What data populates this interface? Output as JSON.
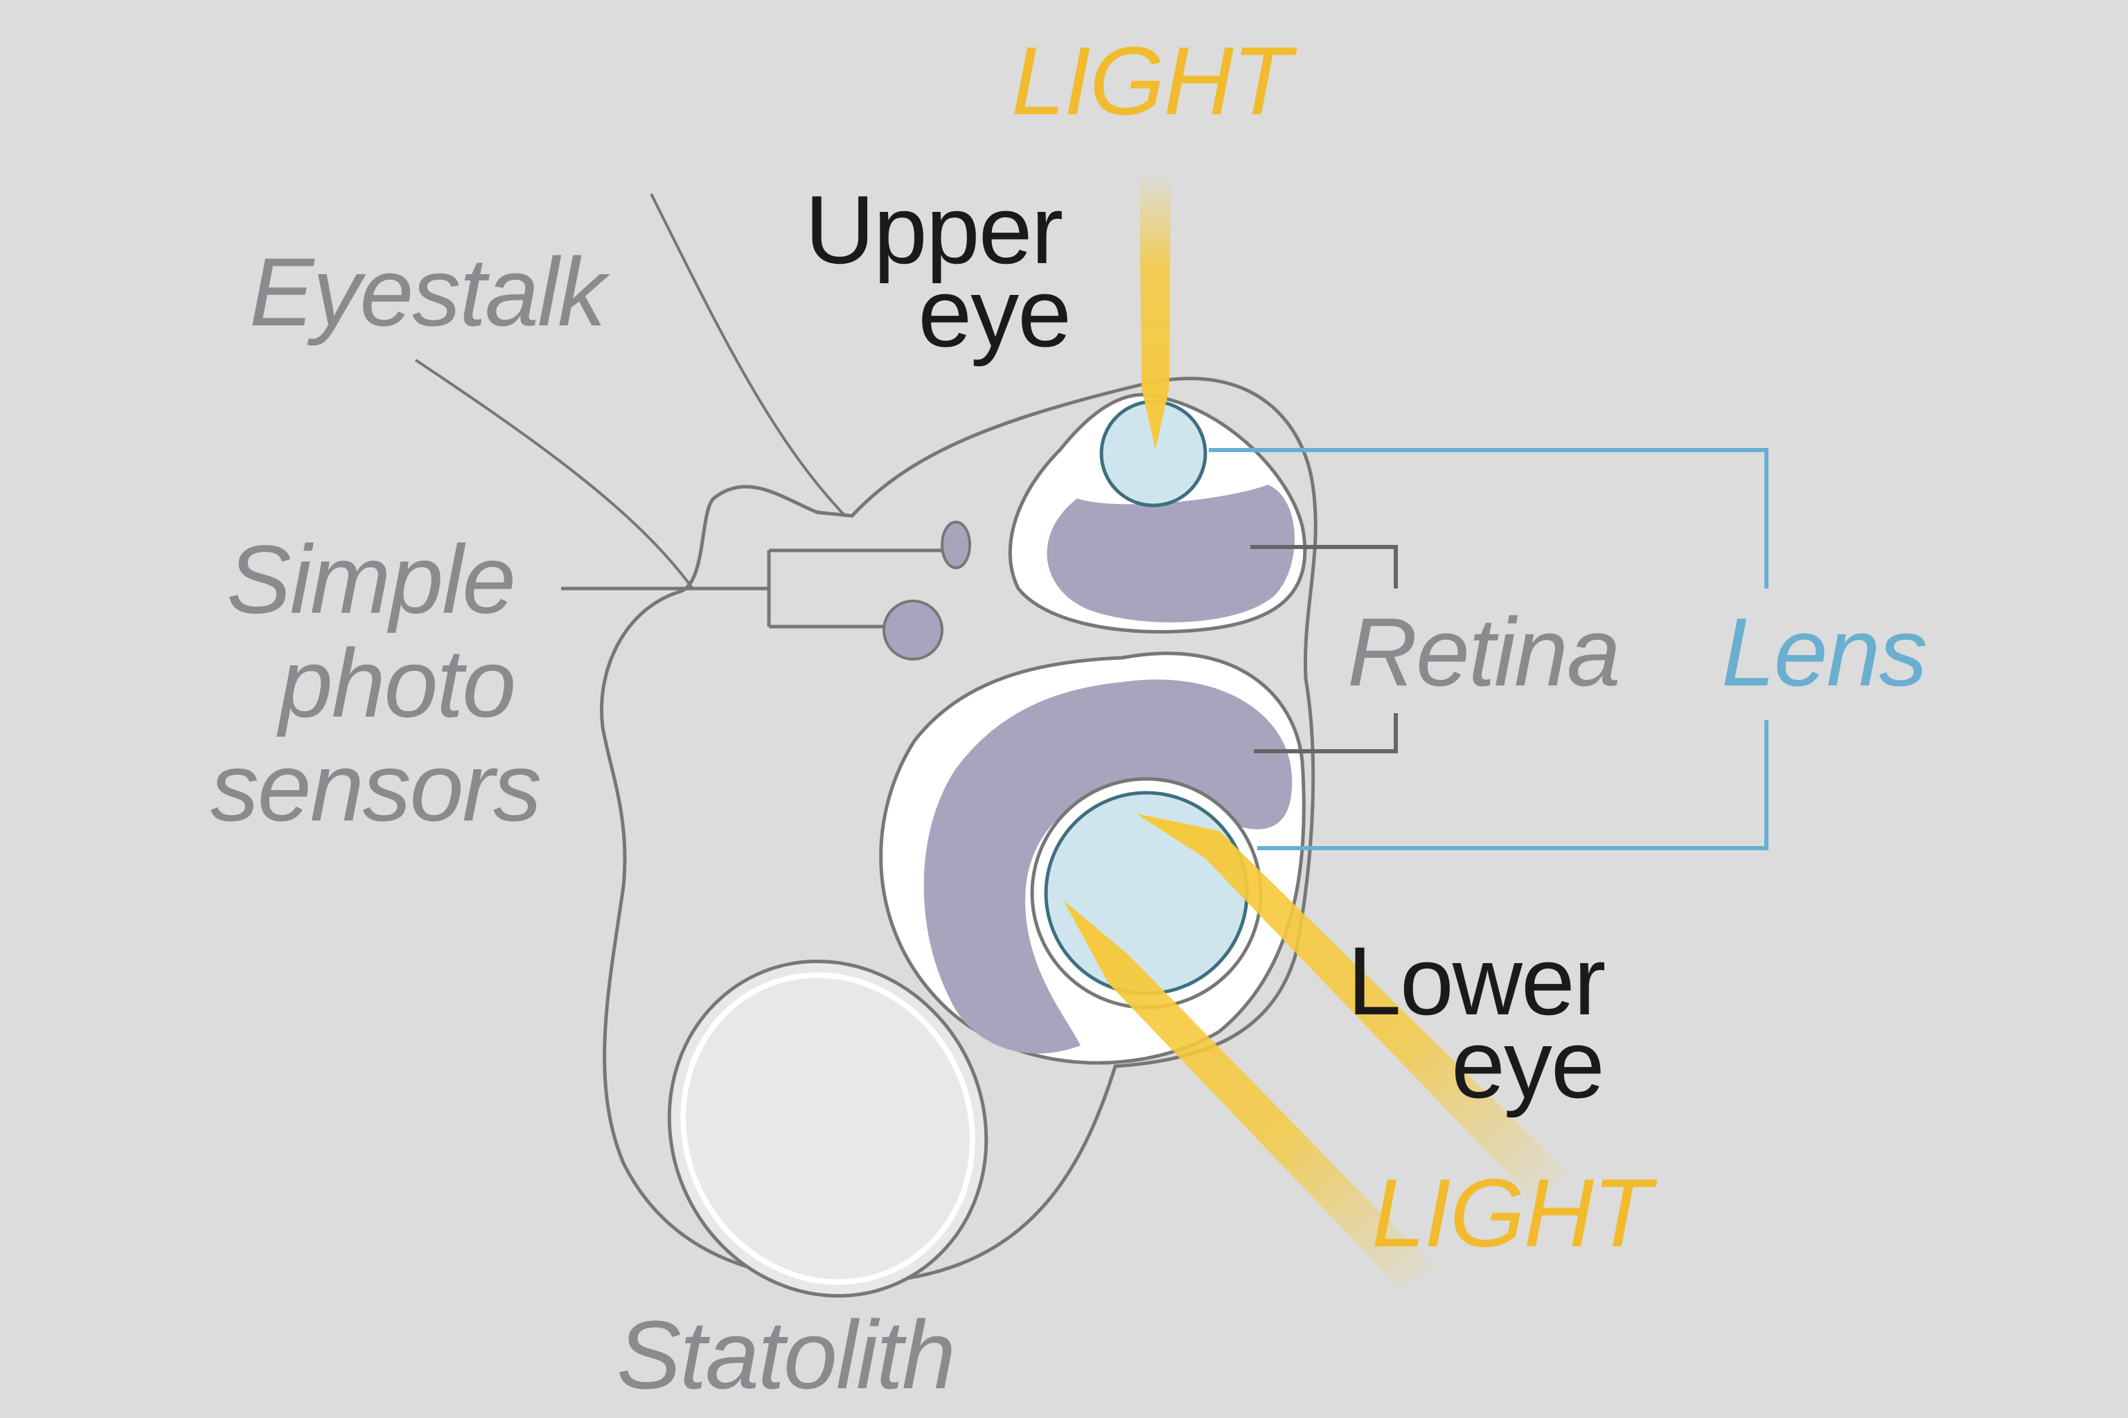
{
  "labels": {
    "light_top": "LIGHT",
    "upper_eye": [
      "Upper",
      "eye"
    ],
    "eyestalk": "Eyestalk",
    "simple_photo_sensors": [
      "Simple",
      "photo",
      "sensors"
    ],
    "retina": "Retina",
    "lens": "Lens",
    "lower_eye": [
      "Lower",
      "eye"
    ],
    "light_bottom": "LIGHT",
    "statolith": "Statolith"
  },
  "colors": {
    "background": "#dcdcdc",
    "outline": "#777777",
    "retina": "#a7a5bd",
    "lens_fill": "#cfe5ee",
    "lens_bracket": "#6aaed0",
    "light": "#f6c93b",
    "light_label": "#f2bb2e",
    "statolith_fill": "#e8e8e8"
  }
}
